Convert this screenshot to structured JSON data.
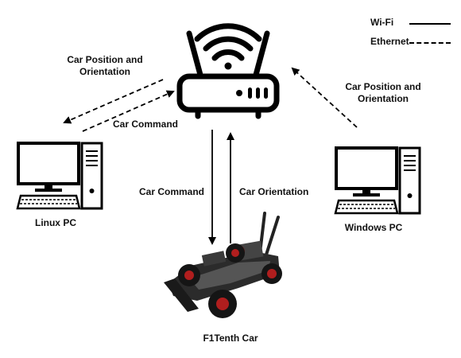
{
  "legend": {
    "wifi_label": "Wi-Fi",
    "ethernet_label": "Ethernet"
  },
  "nodes": {
    "router_icon": "wifi-router-icon",
    "linux_pc": "Linux PC",
    "windows_pc": "Windows PC",
    "car": "F1Tenth Car"
  },
  "edges": {
    "linux_from_router": "Car Position and Orientation",
    "linux_to_router": "Car Command",
    "windows_to_router": "Car Position and Orientation",
    "router_to_car": "Car Command",
    "car_to_router": "Car Orientation"
  }
}
